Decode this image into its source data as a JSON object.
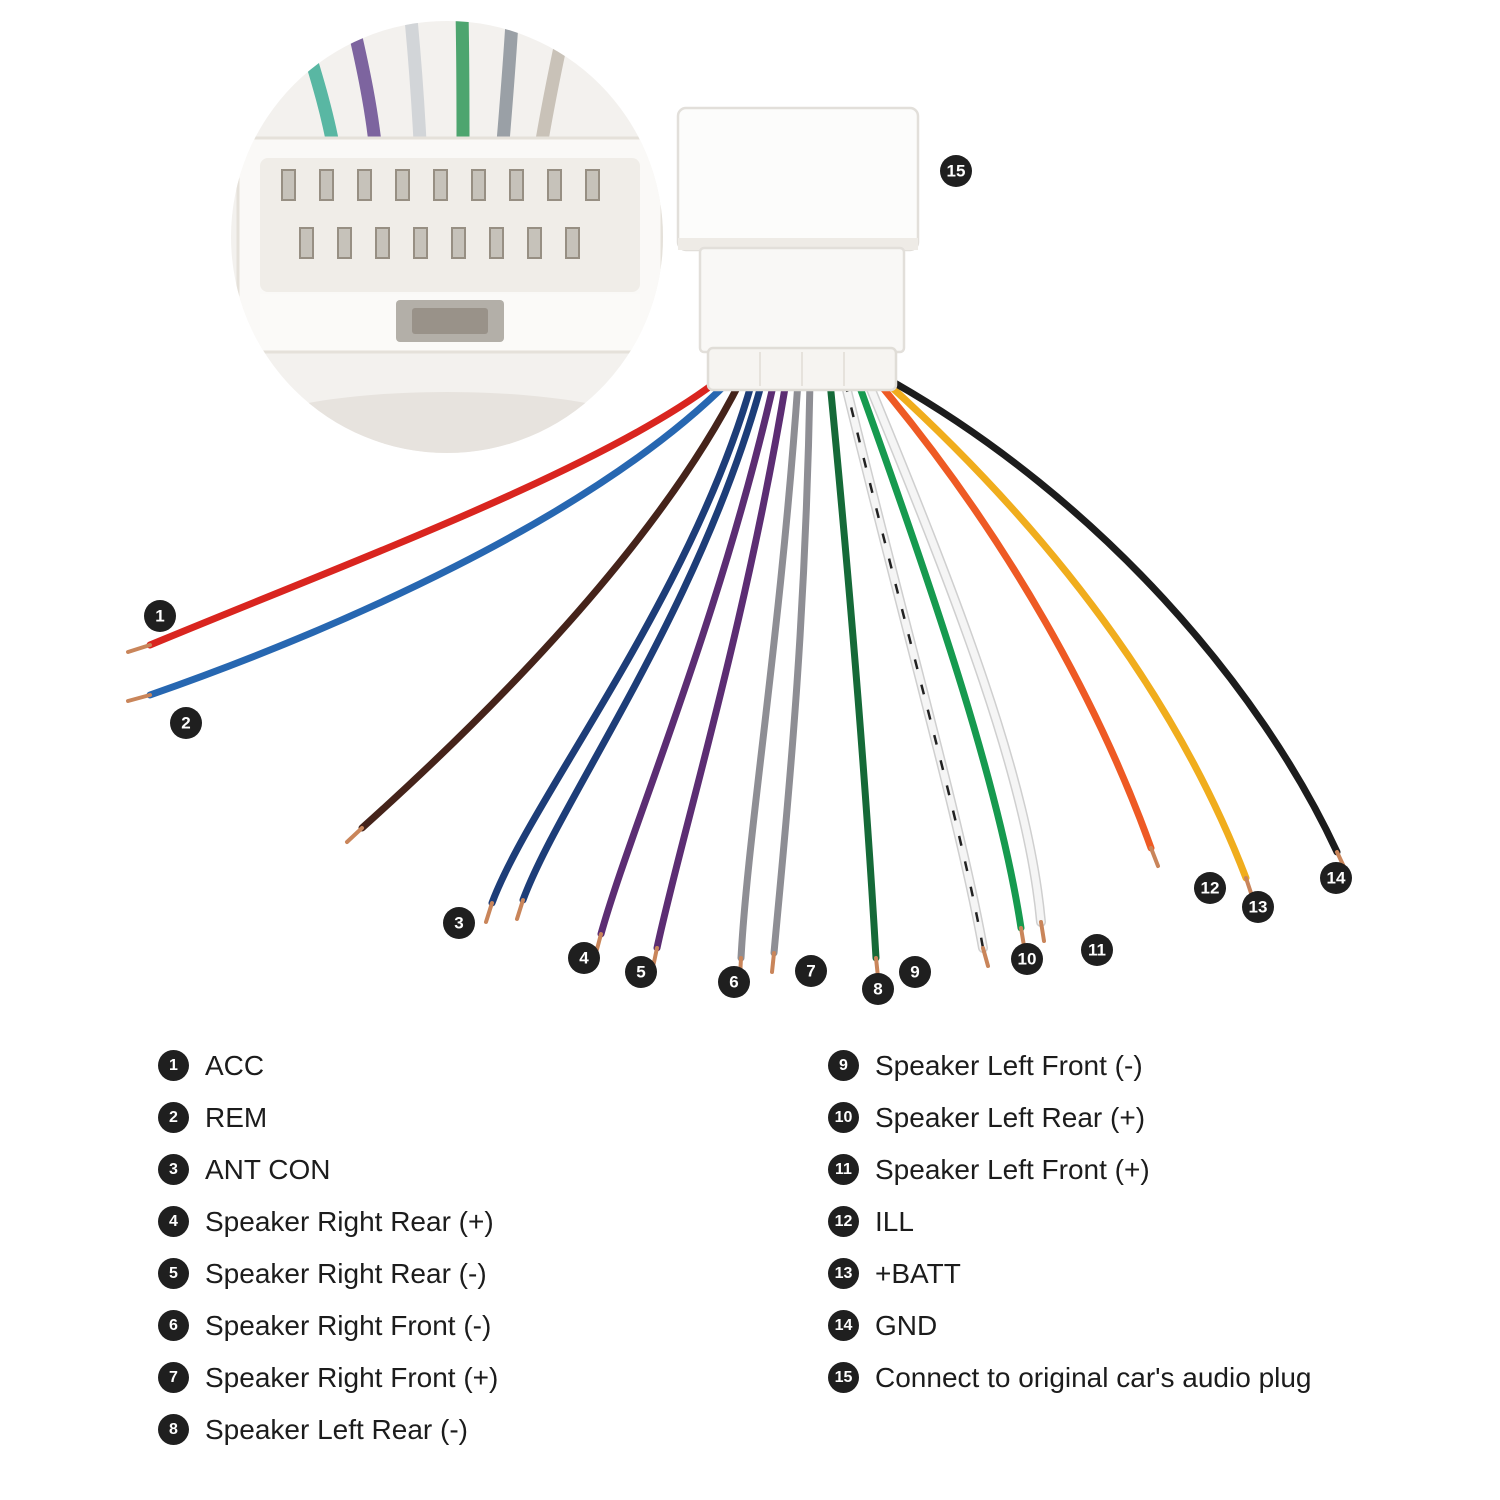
{
  "legend": {
    "left": [
      {
        "num": "1",
        "label": "ACC"
      },
      {
        "num": "2",
        "label": "REM"
      },
      {
        "num": "3",
        "label": "ANT CON"
      },
      {
        "num": "4",
        "label": "Speaker Right Rear (+)"
      },
      {
        "num": "5",
        "label": "Speaker Right Rear (-)"
      },
      {
        "num": "6",
        "label": "Speaker Right Front (-)"
      },
      {
        "num": "7",
        "label": "Speaker Right Front (+)"
      },
      {
        "num": "8",
        "label": "Speaker Left Rear (-)"
      }
    ],
    "right": [
      {
        "num": "9",
        "label": "Speaker Left Front (-)"
      },
      {
        "num": "10",
        "label": "Speaker Left Rear (+)"
      },
      {
        "num": "11",
        "label": "Speaker Left Front (+)"
      },
      {
        "num": "12",
        "label": "ILL"
      },
      {
        "num": "13",
        "label": "+BATT"
      },
      {
        "num": "14",
        "label": "GND"
      },
      {
        "num": "15",
        "label": "Connect to original car's audio plug"
      }
    ]
  },
  "markers": [
    {
      "num": "1"
    },
    {
      "num": "2"
    },
    {
      "num": "3"
    },
    {
      "num": "4"
    },
    {
      "num": "5"
    },
    {
      "num": "6"
    },
    {
      "num": "7"
    },
    {
      "num": "8"
    },
    {
      "num": "9"
    },
    {
      "num": "10"
    },
    {
      "num": "11"
    },
    {
      "num": "12"
    },
    {
      "num": "13"
    },
    {
      "num": "14"
    },
    {
      "num": "15"
    }
  ],
  "wires": [
    {
      "name": "acc-red",
      "color": "#d9251f"
    },
    {
      "name": "rem-blue",
      "color": "#2767b1"
    },
    {
      "name": "ant-brown",
      "color": "#45231a"
    },
    {
      "name": "navy-blue-1",
      "color": "#1d3d78"
    },
    {
      "name": "navy-blue-2",
      "color": "#1d3d78"
    },
    {
      "name": "purple-1",
      "color": "#5c2d73"
    },
    {
      "name": "purple-2",
      "color": "#5c2d73"
    },
    {
      "name": "gray-1",
      "color": "#8e8e94"
    },
    {
      "name": "gray-2",
      "color": "#8e8e94"
    },
    {
      "name": "dark-green",
      "color": "#156a38"
    },
    {
      "name": "white-black-stripe",
      "color": "#f5f5f5"
    },
    {
      "name": "green",
      "color": "#169a4f"
    },
    {
      "name": "white",
      "color": "#f5f5f5"
    },
    {
      "name": "orange",
      "color": "#ee5a24"
    },
    {
      "name": "yellow",
      "color": "#f0ad1d"
    },
    {
      "name": "ground-black",
      "color": "#1c1c1c"
    }
  ],
  "colors": {
    "marker_background": "#1f1f1f",
    "marker_text": "#ffffff",
    "connector_body": "#fbfaf8",
    "copper_tip": "#c9855a",
    "background": "#ffffff"
  }
}
